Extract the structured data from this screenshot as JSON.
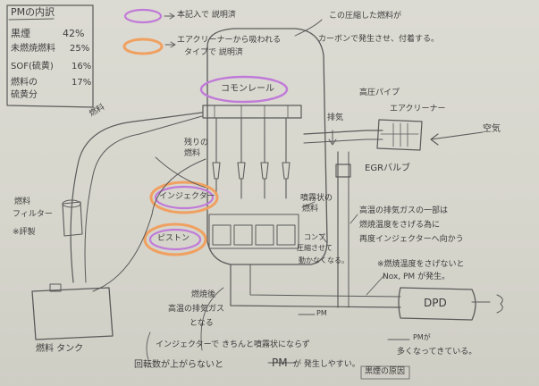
{
  "pm_box": {
    "title": "PMの内訳",
    "rows": [
      {
        "label": "黒煙",
        "value": "42%"
      },
      {
        "label": "未燃焼燃料",
        "value": "25%"
      },
      {
        "label": "SOF(硫黄)",
        "value": "16%"
      },
      {
        "label": "燃料の",
        "value": "17%"
      },
      {
        "label": "硫黄分",
        "value": ""
      }
    ]
  },
  "legend": {
    "purple": "本記入で 説明済",
    "orange_1": "エアクリーナーから吸われる",
    "orange_2": "タイプで 説明済"
  },
  "labels": {
    "top_note_1": "この圧縮した燃料が",
    "top_note_2": "カーボンで発生させ、付着する。",
    "common_rail": "コモンレール",
    "fuel_label_top": "燃料",
    "remaining_fuel_1": "残りの",
    "remaining_fuel_2": "燃料",
    "injector": "インジェクター",
    "piston": "ピストン",
    "fuel_filter_1": "燃料",
    "fuel_filter_2": "フィルター",
    "fuel_filter_3": "※評製",
    "fuel_tank": "燃料 タンク",
    "high_pressure_pipe": "高圧パイプ",
    "air_cleaner": "エアクリーナー",
    "fresh_air": "空気",
    "exhaust": "排気",
    "egr_valve": "EGRバルブ",
    "mist_fuel_1": "噴霧状の",
    "mist_fuel_2": "燃料",
    "compressed_1": "コンプ",
    "compressed_2": "圧縮させて",
    "compressed_3": "動かなくなる。",
    "egr_note_1": "高温の排気ガスの一部は",
    "egr_note_2": "燃焼温度をさげる為に",
    "egr_note_3": "再度インジェクターへ向かう",
    "nox_note_1": "※燃焼温度をさげないと",
    "nox_note_2": "Nox, PM が発生。",
    "dpd": "DPD",
    "pm_arrow": "PM",
    "pm_note_1": "PMが",
    "pm_note_2": "多くなってきている。",
    "exhaust_note_1": "燃焼後",
    "exhaust_note_2": "高温の排気ガス",
    "exhaust_note_3": "となる",
    "bottom_1": "インジェクターで きちんと噴霧状にならず",
    "bottom_2": "回転数が上がらないと",
    "bottom_pm": "PM",
    "bottom_3": "が 発生しやすい。",
    "bottom_4": "黒煙の原因"
  },
  "colors": {
    "pencil": "#5a5a5a",
    "purple": "#c07ad8",
    "orange": "#f0a060"
  }
}
